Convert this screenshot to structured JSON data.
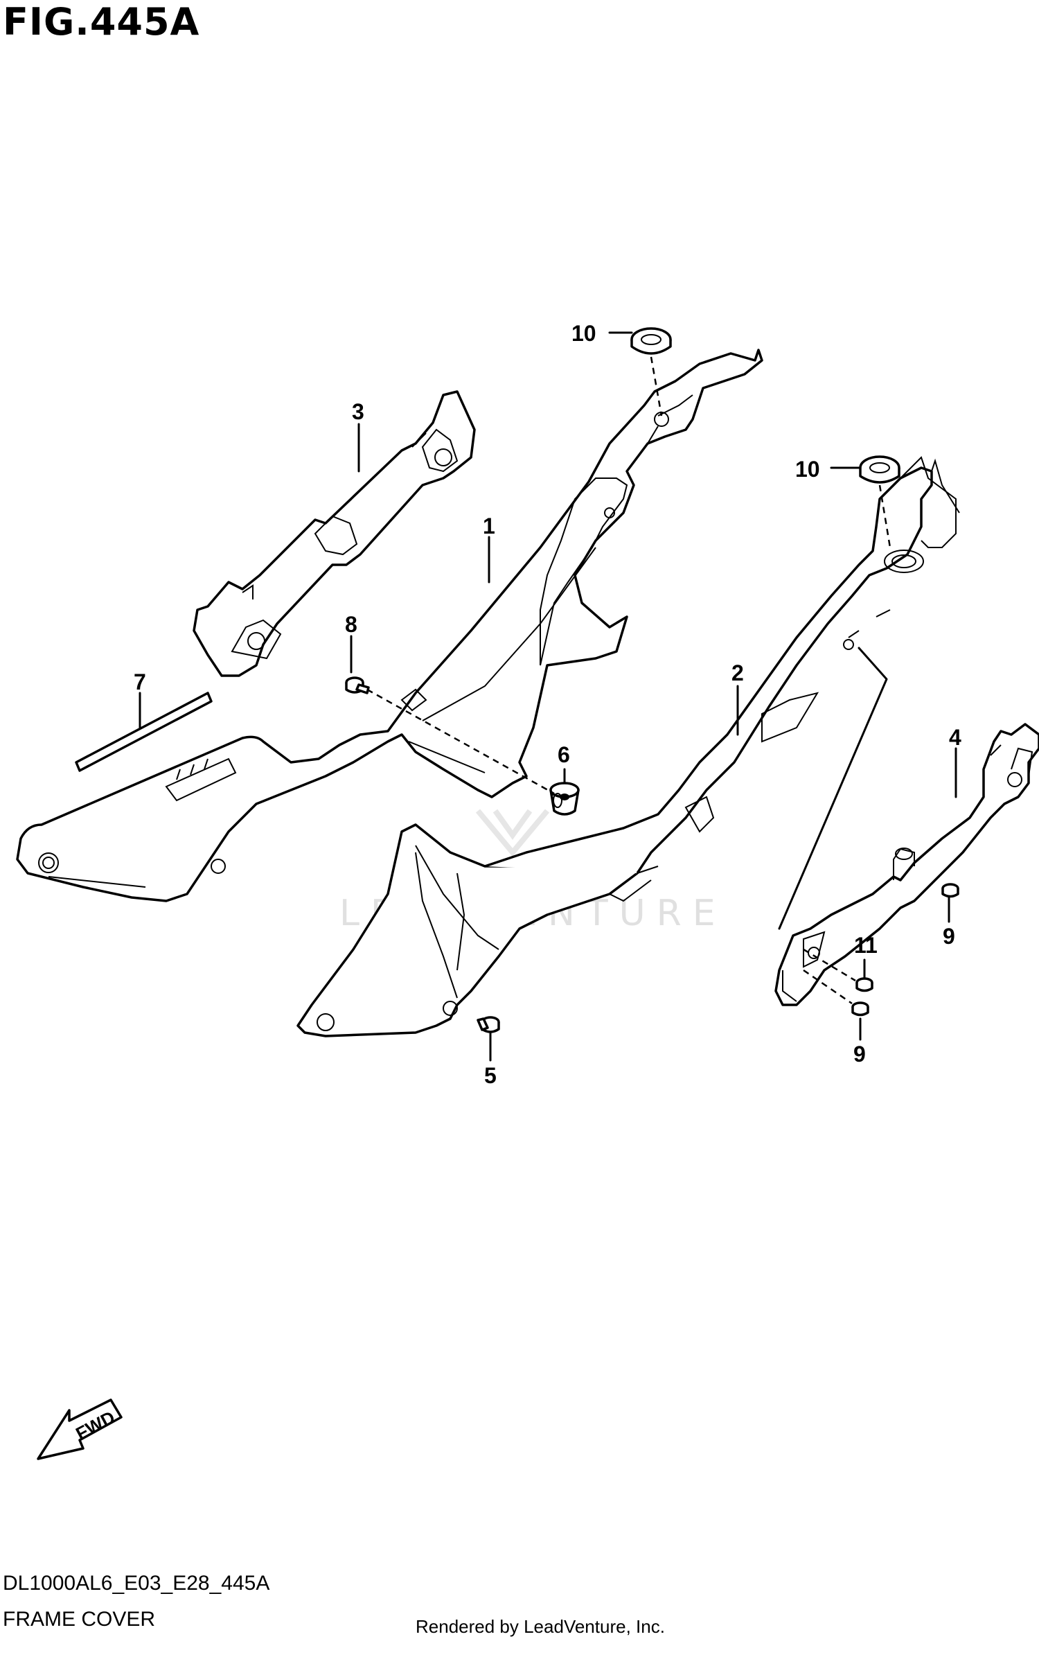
{
  "figure": {
    "title": "FIG.445A",
    "model_code": "DL1000AL6_E03_E28_445A",
    "caption": "FRAME COVER",
    "rendered_by": "Rendered by LeadVenture, Inc.",
    "watermark": "LEADVENTURE",
    "direction_arrow": "FWD"
  },
  "callouts": [
    {
      "id": "callout-1",
      "label": "1"
    },
    {
      "id": "callout-2",
      "label": "2"
    },
    {
      "id": "callout-3",
      "label": "3"
    },
    {
      "id": "callout-4",
      "label": "4"
    },
    {
      "id": "callout-5",
      "label": "5"
    },
    {
      "id": "callout-6",
      "label": "6"
    },
    {
      "id": "callout-7",
      "label": "7"
    },
    {
      "id": "callout-8",
      "label": "8"
    },
    {
      "id": "callout-9a",
      "label": "9"
    },
    {
      "id": "callout-9b",
      "label": "9"
    },
    {
      "id": "callout-10a",
      "label": "10"
    },
    {
      "id": "callout-10b",
      "label": "10"
    },
    {
      "id": "callout-11",
      "label": "11"
    }
  ]
}
